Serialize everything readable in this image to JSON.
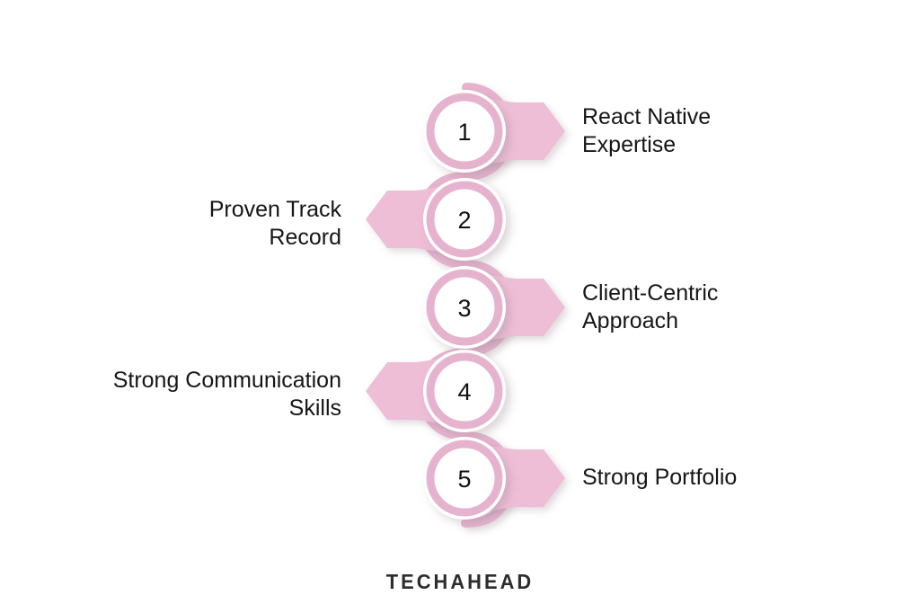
{
  "graphic": {
    "title_text": "",
    "colors": {
      "accent_pink": "#e9b9d3",
      "ring_pink": "#e6b3cf",
      "arrow_fill": "#eebdd6",
      "text_dark": "#161616",
      "logo_dark": "#2d2d2d",
      "background": "#ffffff"
    }
  },
  "steps": [
    {
      "number": "1",
      "label": "React Native\nExpertise",
      "side": "right"
    },
    {
      "number": "2",
      "label": "Proven Track\nRecord",
      "side": "left"
    },
    {
      "number": "3",
      "label": "Client-Centric\nApproach",
      "side": "right"
    },
    {
      "number": "4",
      "label": "Strong Communication\nSkills",
      "side": "left"
    },
    {
      "number": "5",
      "label": "Strong Portfolio",
      "side": "right"
    }
  ],
  "brand": {
    "name": "TECHAHEAD"
  }
}
